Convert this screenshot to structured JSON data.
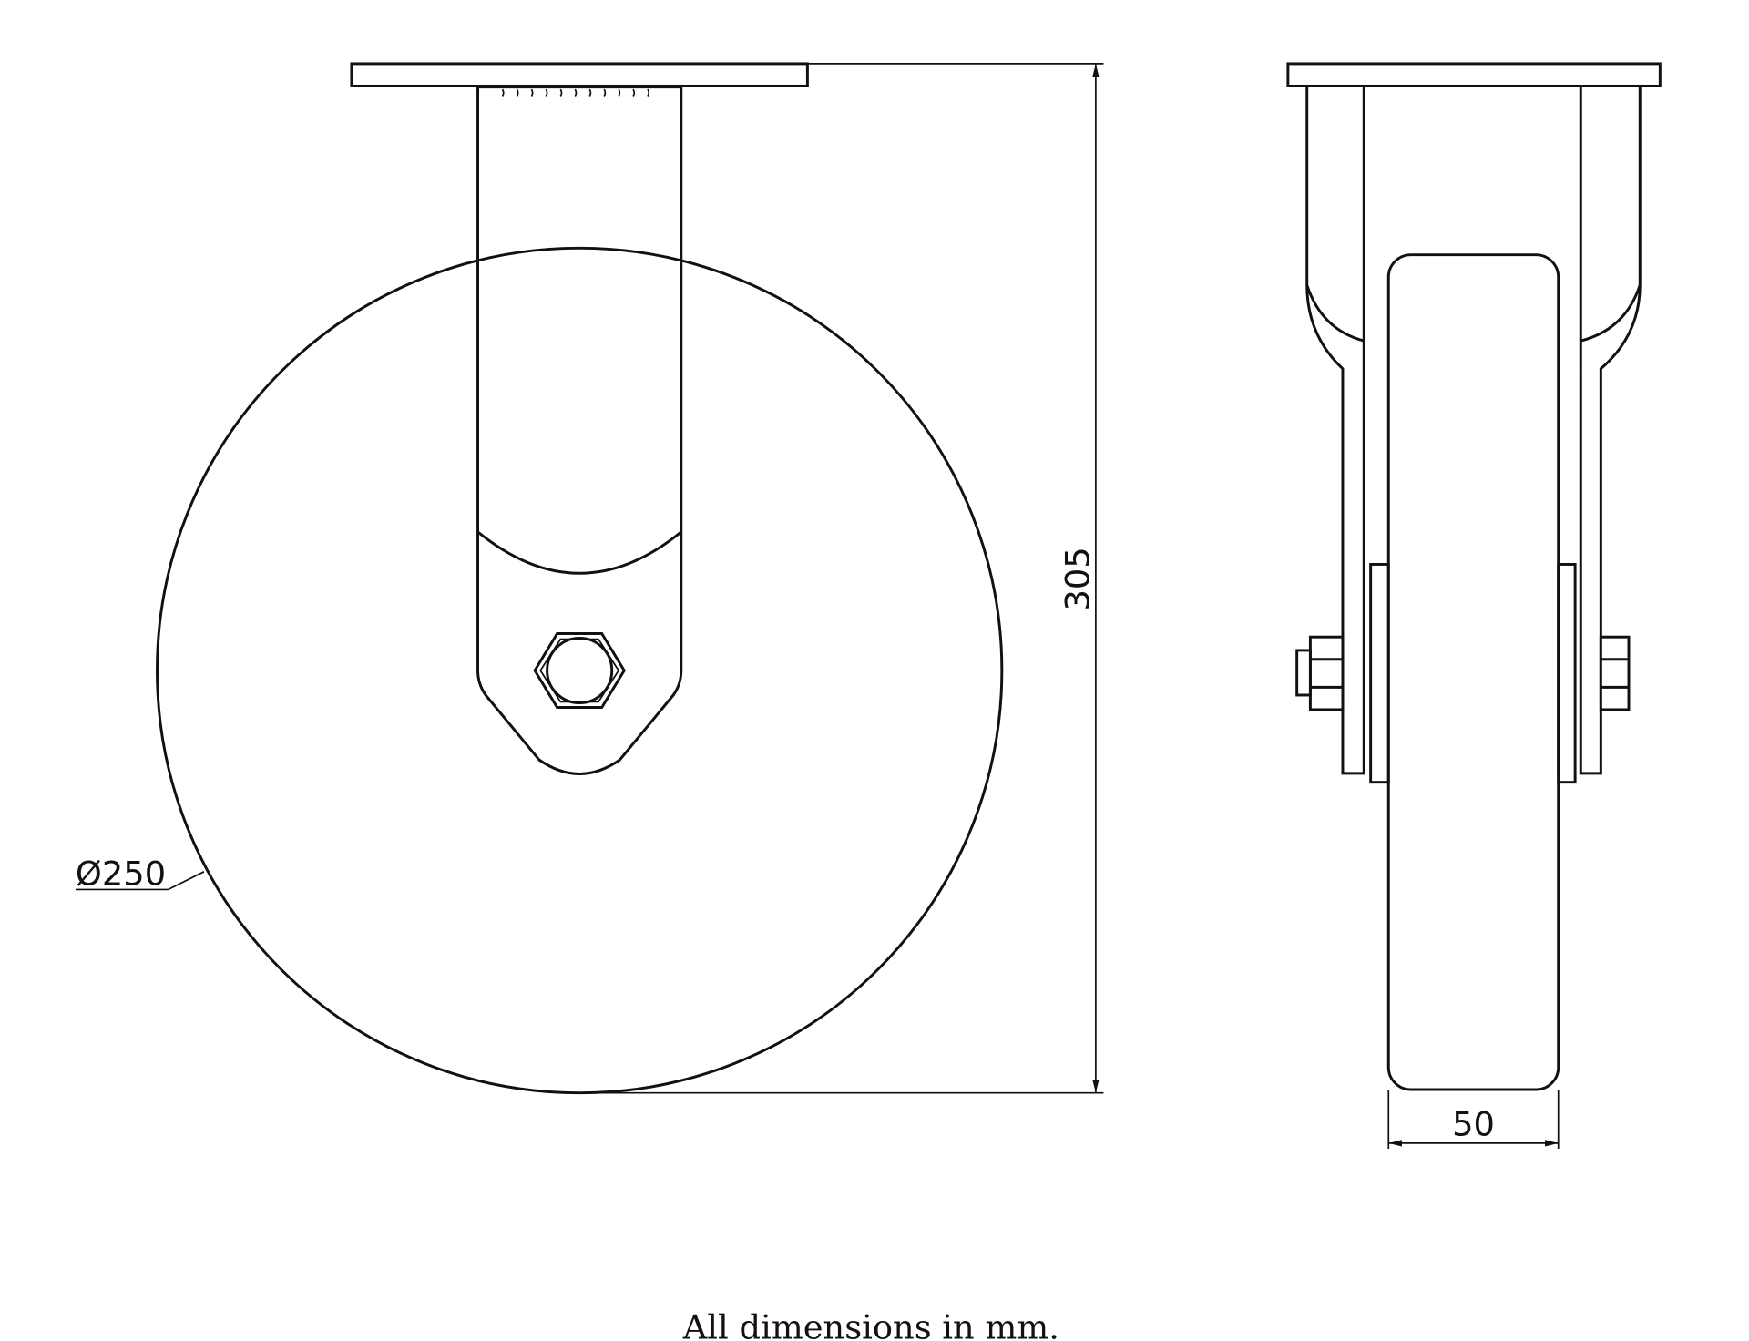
{
  "drawing": {
    "side_view": {
      "diameter_label": "Ø250",
      "height_label": "305"
    },
    "front_view": {
      "width_label": "50"
    },
    "caption": "All dimensions in mm.",
    "line_color": "#111111",
    "background": "#ffffff"
  }
}
